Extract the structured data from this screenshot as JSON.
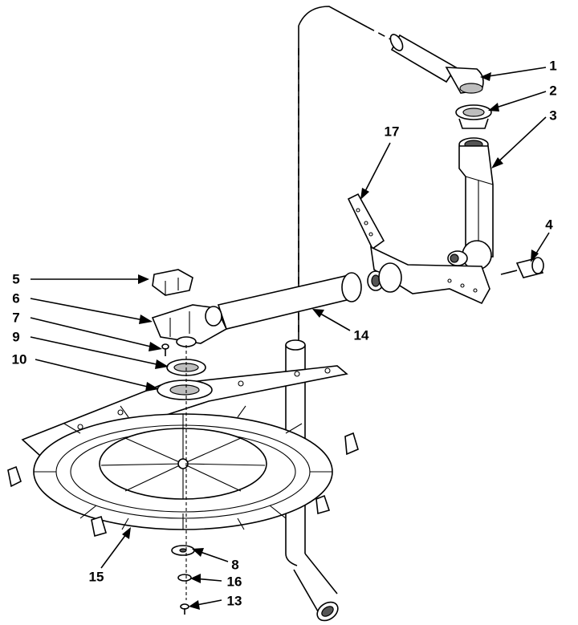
{
  "callouts": [
    {
      "id": "1",
      "label": "1"
    },
    {
      "id": "2",
      "label": "2"
    },
    {
      "id": "3",
      "label": "3"
    },
    {
      "id": "4",
      "label": "4"
    },
    {
      "id": "5",
      "label": "5"
    },
    {
      "id": "6",
      "label": "6"
    },
    {
      "id": "7",
      "label": "7"
    },
    {
      "id": "8",
      "label": "8"
    },
    {
      "id": "9",
      "label": "9"
    },
    {
      "id": "10",
      "label": "10"
    },
    {
      "id": "13",
      "label": "13"
    },
    {
      "id": "14",
      "label": "14"
    },
    {
      "id": "15",
      "label": "15"
    },
    {
      "id": "16",
      "label": "16"
    },
    {
      "id": "17",
      "label": "17"
    }
  ]
}
